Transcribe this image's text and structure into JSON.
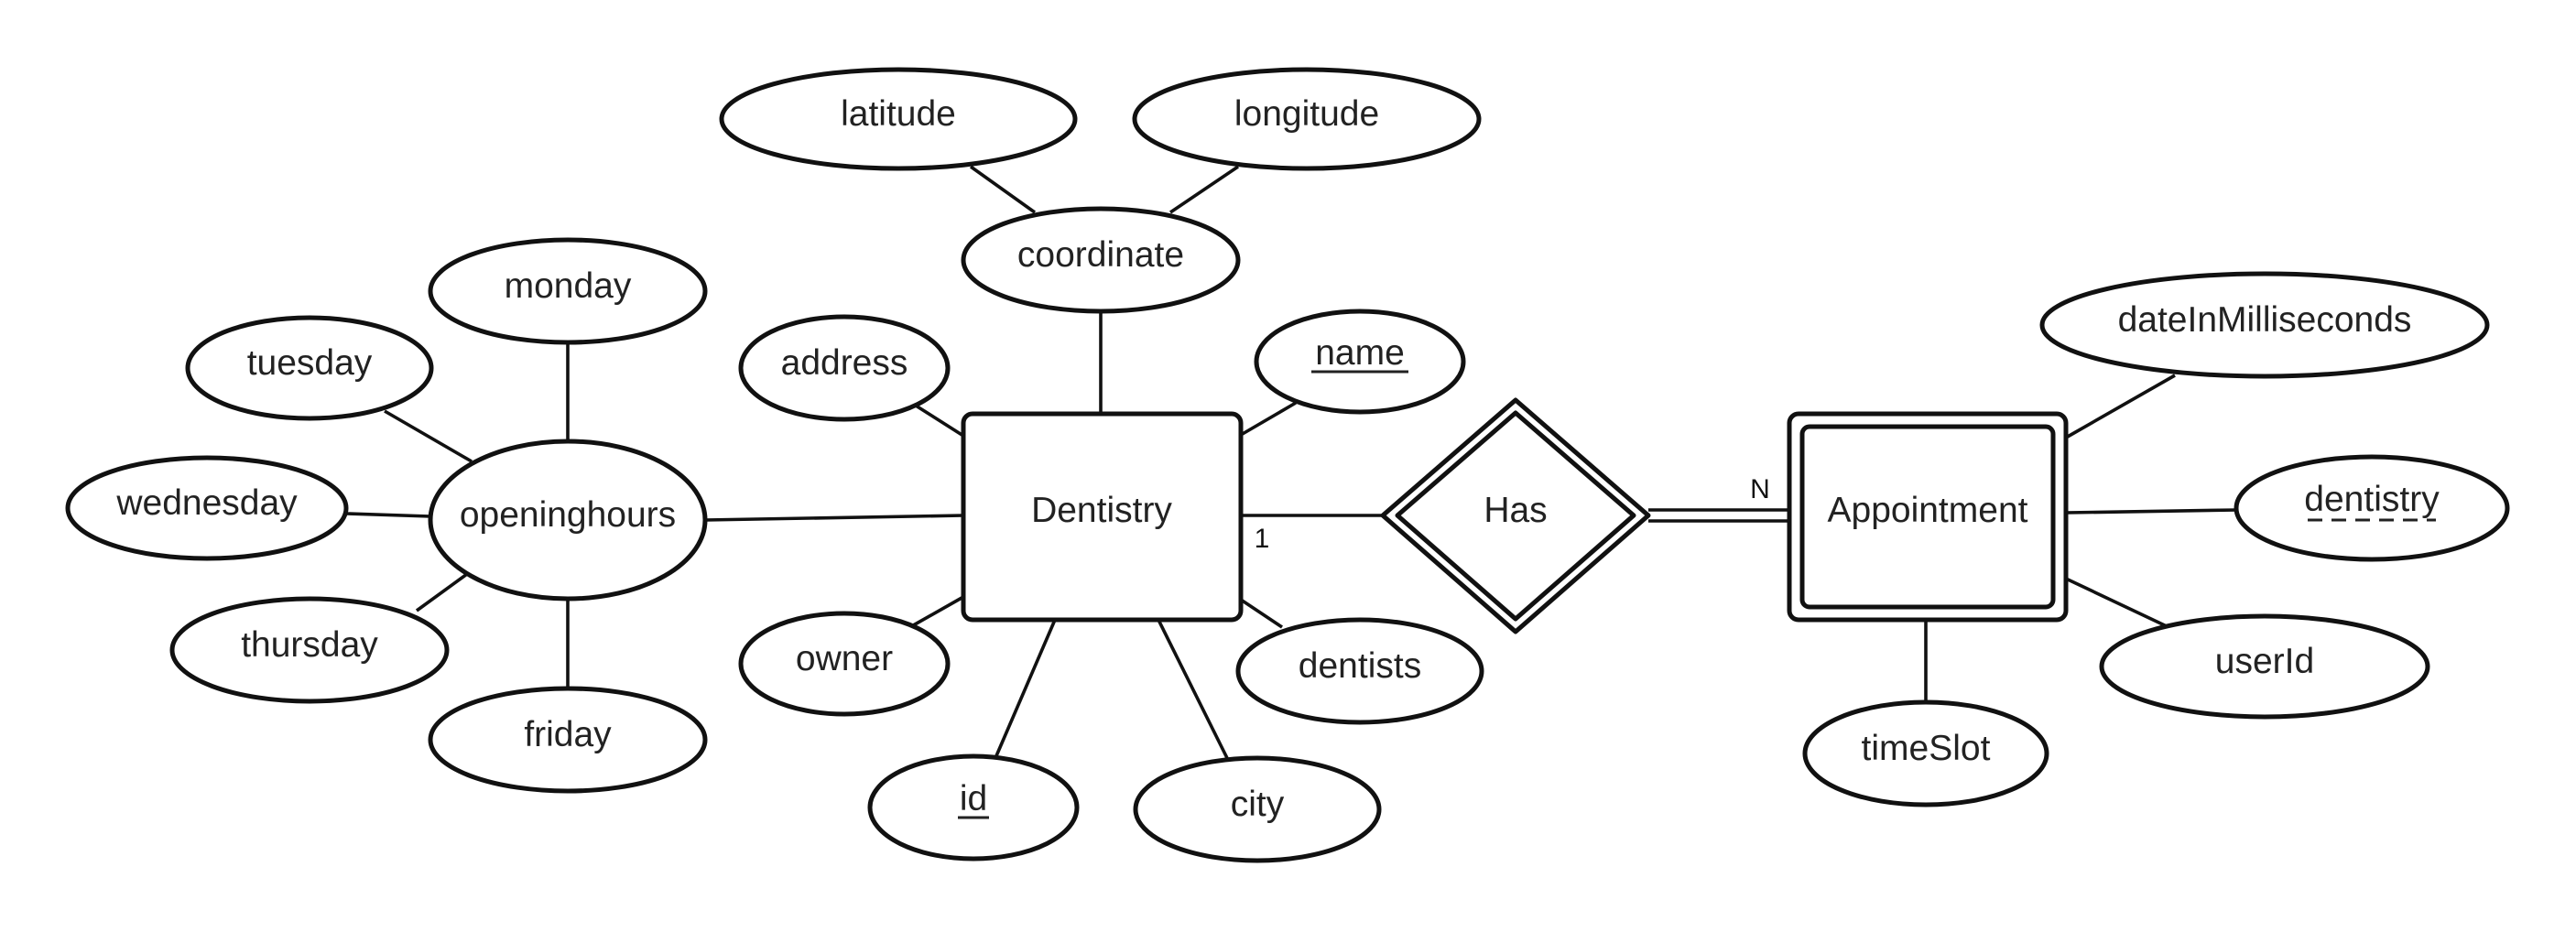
{
  "diagram": {
    "entities": {
      "dentistry": "Dentistry",
      "appointment": "Appointment"
    },
    "relationship": {
      "label": "Has",
      "cardinality_left": "1",
      "cardinality_right": "N"
    },
    "attributes": {
      "latitude": "latitude",
      "longitude": "longitude",
      "coordinate": "coordinate",
      "monday": "monday",
      "tuesday": "tuesday",
      "wednesday": "wednesday",
      "thursday": "thursday",
      "friday": "friday",
      "openinghours": "openinghours",
      "address": "address",
      "name": "name",
      "owner": "owner",
      "id": "id",
      "city": "city",
      "dentists": "dentists",
      "dateInMilliseconds": "dateInMilliseconds",
      "dentistry": "dentistry",
      "userId": "userId",
      "timeSlot": "timeSlot"
    }
  }
}
